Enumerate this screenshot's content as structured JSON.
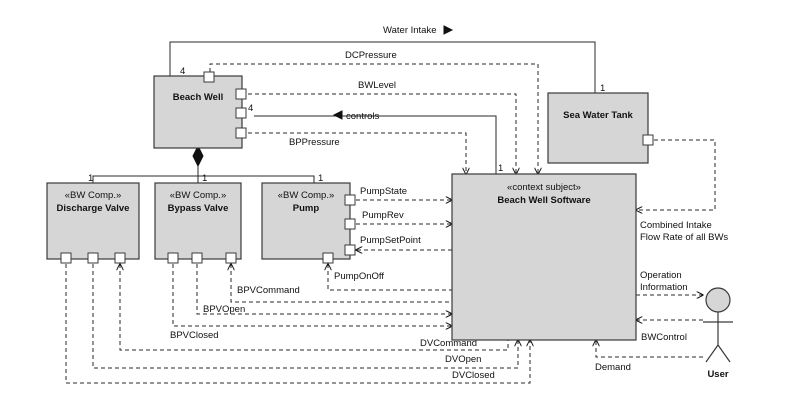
{
  "components": {
    "beach_well": {
      "name": "Beach Well"
    },
    "sea_water_tank": {
      "name": "Sea Water Tank"
    },
    "discharge_valve": {
      "stereotype": "«BW Comp.»",
      "name": "Discharge Valve"
    },
    "bypass_valve": {
      "stereotype": "«BW Comp.»",
      "name": "Bypass Valve"
    },
    "pump": {
      "stereotype": "«BW Comp.»",
      "name": "Pump"
    },
    "software": {
      "stereotype": "«context subject»",
      "name": "Beach Well Software"
    },
    "user": {
      "name": "User"
    }
  },
  "connectors": {
    "water_intake": "Water Intake",
    "dc_pressure": "DCPressure",
    "bw_level": "BWLevel",
    "controls": "controls",
    "bp_pressure": "BPPressure",
    "pump_state": "PumpState",
    "pump_rev": "PumpRev",
    "pump_set_point": "PumpSetPoint",
    "pump_on_off": "PumpOnOff",
    "bpv_command": "BPVCommand",
    "bpv_open": "BPVOpen",
    "bpv_closed": "BPVClosed",
    "dv_command": "DVCommand",
    "dv_open": "DVOpen",
    "dv_closed": "DVClosed",
    "combined_intake_1": "Combined Intake",
    "combined_intake_2": "Flow Rate of all BWs",
    "operation_info_1": "Operation",
    "operation_info_2": "Information",
    "bw_control": "BWControl",
    "demand": "Demand"
  },
  "multiplicities": {
    "bw_top": "4",
    "bw_right": "4",
    "tank": "1",
    "sw": "1",
    "dv": "1",
    "bpv": "1",
    "pump": "1"
  }
}
